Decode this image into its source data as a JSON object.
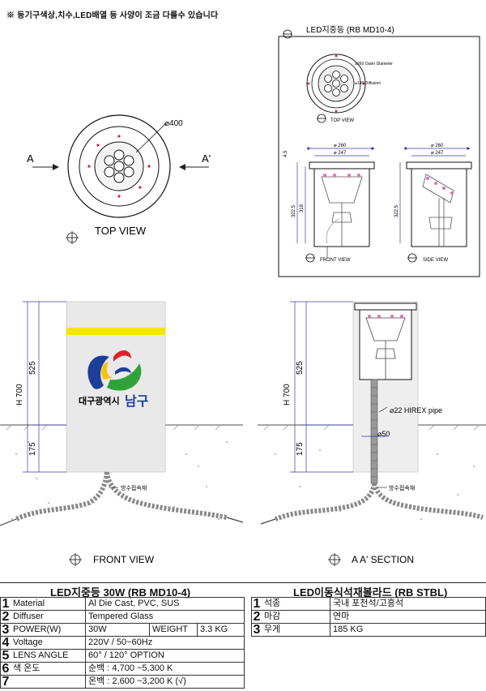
{
  "header_note": "※ 등기구색상,치수,LED배열 등 사양이 조금 다를수 있습니다",
  "top_view": {
    "label": "TOP VIEW",
    "section_left": "A",
    "section_right": "A'",
    "dim_diameter": "⌀400"
  },
  "detail_panel": {
    "title": "LED지중등 (RB MD10-4)",
    "top_view_label": "TOP  VIEW",
    "outer_diameter": "⌀260 Outer Diameter",
    "diffuser": "⌀180 Diffusion",
    "front_view_label": "FRONT  VIEW",
    "side_view_label": "SIDE  VIEW",
    "dim_260": "⌀ 260",
    "dim_247": "⌀ 247",
    "dim_45": "4.5",
    "dim_3225": "322.5",
    "dim_318": "318"
  },
  "front_view": {
    "label": "FRONT  VIEW",
    "dim_h700": "H 700",
    "dim_525": "525",
    "dim_175": "175",
    "logo_text_small": "대구광역시",
    "logo_text_big": "남구",
    "waterproof_note": "방수접속재"
  },
  "section_view": {
    "label": "A A' SECTION",
    "dim_h700": "H 700",
    "dim_525": "525",
    "dim_175": "175",
    "pipe_note": "⌀22 HIREX pipe",
    "pipe_dim": "⌀50",
    "waterproof_note": "방수접속재"
  },
  "spec_left": {
    "title": "LED지중등 30W (RB MD10-4)",
    "rows": [
      {
        "n": "1",
        "label": "Material",
        "value": "Al Die Cast, PVC, SUS"
      },
      {
        "n": "2",
        "label": "Diffuser",
        "value": "Tempered Glass"
      },
      {
        "n": "3",
        "label": "POWER(W)",
        "value": "30W",
        "label2": "WEIGHT",
        "value2": "3.3 KG"
      },
      {
        "n": "4",
        "label": "Voltage",
        "value": "220V / 50~60Hz"
      },
      {
        "n": "5",
        "label": "LENS ANGLE",
        "value": "60° / 120°  OPTION"
      },
      {
        "n": "6",
        "label": "색 온도",
        "value": "순백 : 4,700 ~5,300 K"
      },
      {
        "n": "7",
        "label": "",
        "value": "온백 : 2,600 ~3,200 K (√)"
      }
    ]
  },
  "spec_right": {
    "title": "LED이동식석재볼라드 (RB STBL)",
    "rows": [
      {
        "n": "1",
        "label": "석종",
        "value": "국내 포천석/고흥석"
      },
      {
        "n": "2",
        "label": "마감",
        "value": "연마"
      },
      {
        "n": "3",
        "label": "무게",
        "value": "185 KG"
      }
    ]
  },
  "colors": {
    "dim_line": "#3a3aa8",
    "stone": "#e9e9e9",
    "yellow_band": "#f2e600",
    "logo_blue": "#1d3f9a",
    "logo_green": "#2fa33a",
    "logo_red": "#e0202a",
    "logo_yellow": "#f6c400"
  }
}
